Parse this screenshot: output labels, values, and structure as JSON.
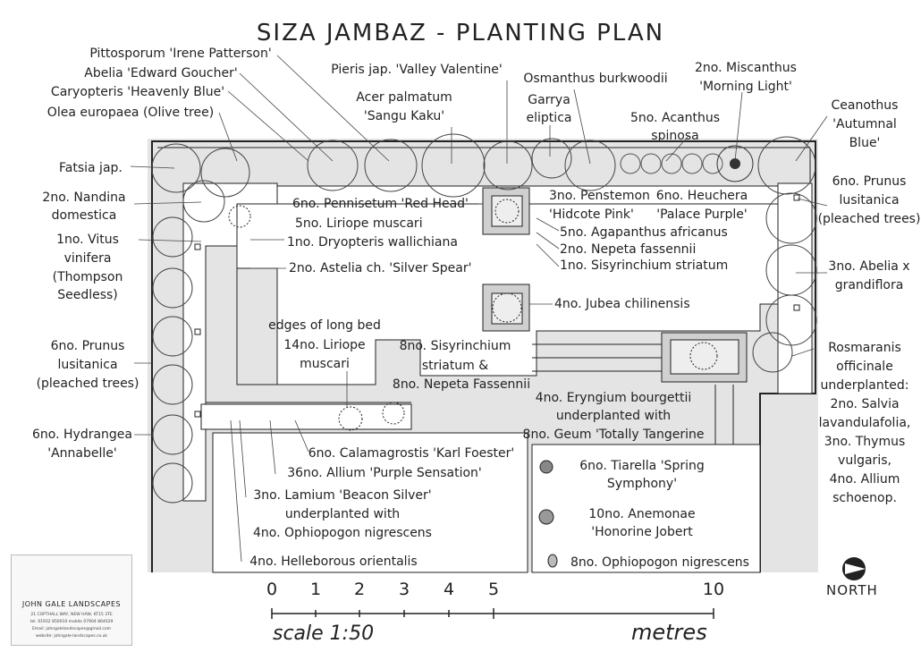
{
  "title": "SIZA JAMBAZ - PLANTING PLAN",
  "labels": {
    "pittosporum": "Pittosporum 'Irene Patterson'",
    "abelia_edward": "Abelia 'Edward Goucher'",
    "caryopteris": "Caryopteris 'Heavenly Blue'",
    "olea": "Olea europaea (Olive tree)",
    "fatsia": "Fatsia jap.",
    "nandina_1": "2no. Nandina",
    "nandina_2": "domestica",
    "vitus_1": "1no. Vitus",
    "vitus_2": "vinifera",
    "vitus_3": "(Thompson",
    "vitus_4": "Seedless)",
    "prunus_left_1": "6no. Prunus",
    "prunus_left_2": "lusitanica",
    "prunus_left_3": "(pleached trees)",
    "hydrangea_1": "6no. Hydrangea",
    "hydrangea_2": "'Annabelle'",
    "pieris": "Pieris jap. 'Valley Valentine'",
    "acer_1": "Acer palmatum",
    "acer_2": "'Sangu Kaku'",
    "osmanthus": "Osmanthus burkwoodii",
    "garrya_1": "Garrya",
    "garrya_2": "eliptica",
    "acanthus_1": "5no. Acanthus",
    "acanthus_2": "spinosa",
    "miscanthus_1": "2no. Miscanthus",
    "miscanthus_2": "'Morning Light'",
    "ceanothus_1": "Ceanothus",
    "ceanothus_2": "'Autumnal",
    "ceanothus_3": "Blue'",
    "pennisetum": "6no. Pennisetum 'Red Head'",
    "liriope_5": "5no. Liriope muscari",
    "dryopteris": "1no. Dryopteris wallichiana",
    "astelia": "2no. Astelia ch. 'Silver Spear'",
    "penstemon_1": "3no. Penstemon",
    "penstemon_2": "'Hidcote Pink'",
    "heuchera_1": "6no. Heuchera",
    "heuchera_2": "'Palace Purple'",
    "agapanthus": "5no. Agapanthus africanus",
    "nepeta_2": "2no. Nepeta fassennii",
    "sisyrinchium_1": "1no. Sisyrinchium striatum",
    "prunus_right_1": "6no. Prunus",
    "prunus_right_2": "lusitanica",
    "prunus_right_3": "(pleached trees)",
    "abelia_x_1": "3no. Abelia x",
    "abelia_x_2": "grandiflora",
    "jubea": "4no. Jubea chilinensis",
    "edges_1": "edges of long bed",
    "edges_2": "14no. Liriope",
    "edges_3": "muscari",
    "sisyrinchium_8_1": "8no. Sisyrinchium",
    "sisyrinchium_8_2": "striatum &",
    "nepeta_8": "8no. Nepeta Fassennii",
    "eryngium_1": "4no. Eryngium bourgettii",
    "eryngium_2": "underplanted with",
    "geum": "8no. Geum 'Totally Tangerine",
    "rosmarinus_1": "Rosmaranis",
    "rosmarinus_2": "officinale",
    "rosmarinus_3": "underplanted:",
    "rosmarinus_4": "2no. Salvia",
    "rosmarinus_5": "lavandulafolia,",
    "rosmarinus_6": "3no. Thymus",
    "rosmarinus_7": "vulgaris,",
    "rosmarinus_8": "4no. Allium",
    "rosmarinus_9": "schoenop.",
    "calamagrostis": "6no. Calamagrostis 'Karl Foester'",
    "allium_36": "36no. Allium 'Purple Sensation'",
    "lamium_1": "3no. Lamium 'Beacon Silver'",
    "lamium_2": "underplanted with",
    "ophiopogon_4": "4no. Ophiopogon nigrescens",
    "helleborus": "4no. Helleborous orientalis",
    "tiarella_1": "6no. Tiarella 'Spring",
    "tiarella_2": "Symphony'",
    "anemone_1": "10no. Anemonae",
    "anemone_2": "'Honorine Jobert",
    "ophiopogon_8": "8no. Ophiopogon nigrescens"
  },
  "scale_bar": {
    "ticks": [
      "0",
      "1",
      "2",
      "3",
      "4",
      "5",
      "10"
    ],
    "scale_text": "scale 1:50",
    "unit_text": "metres"
  },
  "north": "NORTH",
  "logo": {
    "name": "JOHN GALE LANDSCAPES",
    "address": "21 COPTHALL WAY, NEW HAW, KT15 3TE",
    "phone": "tel. 01932 850010     mobile 07904 864029",
    "email": "Email: johngalelandscapes@gmail.com",
    "website": "website: johngale-landscapes.co.uk"
  },
  "colors": {
    "ink": "#222222",
    "paving": "#e6e6e6",
    "bed": "#ffffff"
  }
}
